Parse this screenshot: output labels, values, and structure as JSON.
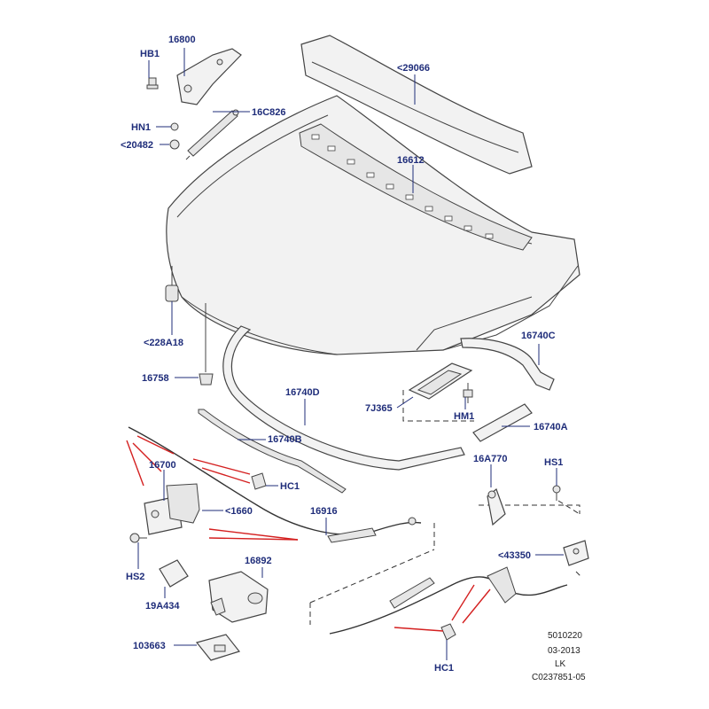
{
  "callouts": {
    "hb1": "HB1",
    "p16800": "16800",
    "p16c826": "16C826",
    "hn1": "HN1",
    "p20482": "<20482",
    "p29066": "<29066",
    "p16612": "16612",
    "p228a18": "<228A18",
    "p16740c": "16740C",
    "p16758": "16758",
    "p16740d": "16740D",
    "p7j365": "7J365",
    "hm1": "HM1",
    "p16740a": "16740A",
    "p16740b": "16740B",
    "p16700": "16700",
    "hc1_top": "HC1",
    "p1660": "<1660",
    "p16916": "16916",
    "p16a770": "16A770",
    "hs1": "HS1",
    "hs2": "HS2",
    "p43350": "<43350",
    "p16892": "16892",
    "p19a434": "19A434",
    "p103663": "103663",
    "hc1_bottom": "HC1"
  },
  "footer": {
    "line1": "5010220",
    "line2": "03-2013",
    "line3": "LK",
    "line4": "C0237851-05"
  },
  "colors": {
    "label": "#1f2d7a",
    "highlight": "#d42020",
    "outline": "#444444"
  }
}
